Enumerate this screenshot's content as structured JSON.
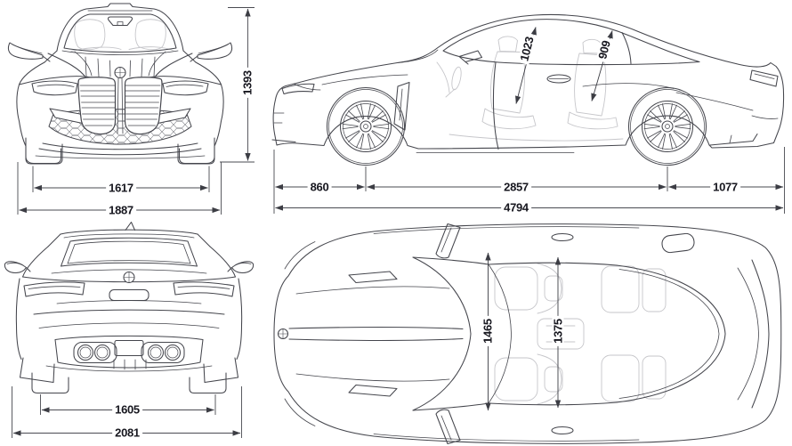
{
  "title": "car-dimensions-blueprint",
  "colors": {
    "background": "#ffffff",
    "outline": "#45464d",
    "light_line": "#c6c6ca",
    "dimension_line": "#4a4b52",
    "text": "#17171f"
  },
  "views": {
    "front": {
      "label": "front-view",
      "dims": {
        "track": "1617",
        "overall_width": "1887",
        "height": "1393"
      }
    },
    "side": {
      "label": "side-view",
      "dims": {
        "front_overhang": "860",
        "wheelbase": "2857",
        "rear_overhang": "1077",
        "overall_length": "4794",
        "front_headroom": "1023",
        "rear_headroom": "909"
      }
    },
    "rear": {
      "label": "rear-view",
      "dims": {
        "track": "1605",
        "overall_width_mirrors": "2081"
      }
    },
    "top": {
      "label": "top-view",
      "dims": {
        "front_interior_width": "1465",
        "rear_interior_width": "1375"
      }
    }
  }
}
